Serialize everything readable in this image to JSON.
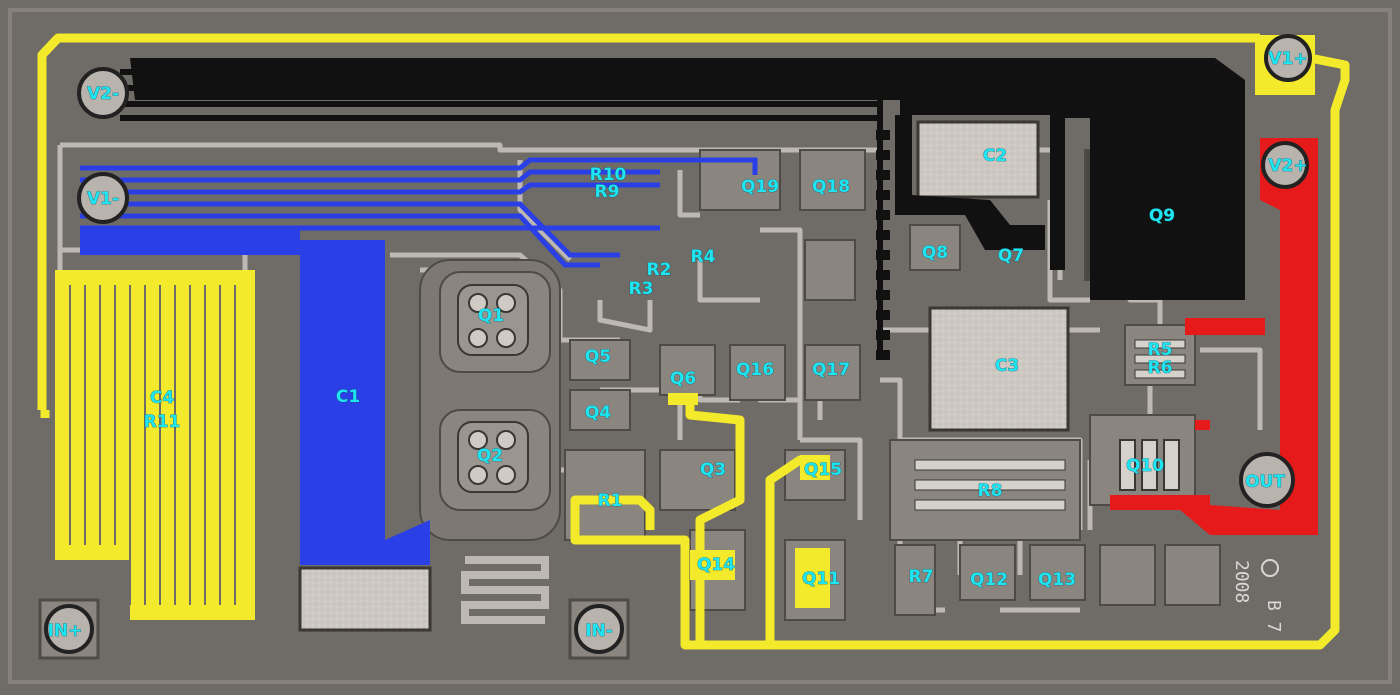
{
  "labels": {
    "V2-": "V2-",
    "V1-": "V1-",
    "V1+": "V1+",
    "V2+": "V2+",
    "IN+": "IN+",
    "IN-": "IN-",
    "OUT": "OUT",
    "C1": "C1",
    "C2": "C2",
    "C3": "C3",
    "C4": "C4",
    "R1": "R1",
    "R2": "R2",
    "R3": "R3",
    "R4": "R4",
    "R5": "R5",
    "R6": "R6",
    "R7": "R7",
    "R8": "R8",
    "R9": "R9",
    "R10": "R10",
    "R11": "R11",
    "Q1": "Q1",
    "Q2": "Q2",
    "Q3": "Q3",
    "Q4": "Q4",
    "Q5": "Q5",
    "Q6": "Q6",
    "Q7": "Q7",
    "Q8": "Q8",
    "Q9": "Q9",
    "Q10": "Q10",
    "Q11": "Q11",
    "Q12": "Q12",
    "Q13": "Q13",
    "Q14": "Q14",
    "Q15": "Q15",
    "Q16": "Q16",
    "Q17": "Q17",
    "Q18": "Q18",
    "Q19": "Q19"
  },
  "die_markings": {
    "year": "2008",
    "rev": "B 7"
  },
  "colors": {
    "substrate": "#6f6b66",
    "metal": "#bdb8b3",
    "yellow_trace": "#f2ea2a",
    "blue_trace": "#2a3fe6",
    "black_trace": "#111111",
    "red_trace": "#e61a1a",
    "label": "#1fe4f2"
  }
}
